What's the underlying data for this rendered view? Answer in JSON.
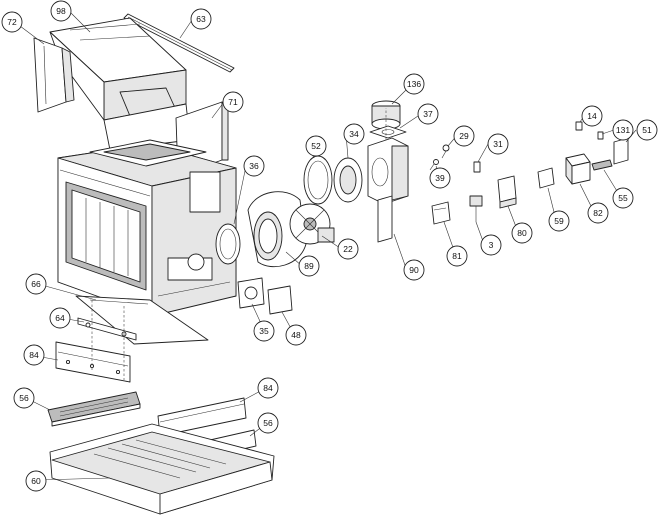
{
  "callouts": [
    {
      "id": "c72",
      "label": "72"
    },
    {
      "id": "c98",
      "label": "98"
    },
    {
      "id": "c63",
      "label": "63"
    },
    {
      "id": "c71",
      "label": "71"
    },
    {
      "id": "c136",
      "label": "136"
    },
    {
      "id": "c37",
      "label": "37"
    },
    {
      "id": "c36",
      "label": "36"
    },
    {
      "id": "c52",
      "label": "52"
    },
    {
      "id": "c34",
      "label": "34"
    },
    {
      "id": "c29",
      "label": "29"
    },
    {
      "id": "c31",
      "label": "31"
    },
    {
      "id": "c39",
      "label": "39"
    },
    {
      "id": "c14",
      "label": "14"
    },
    {
      "id": "c131",
      "label": "131"
    },
    {
      "id": "c51",
      "label": "51"
    },
    {
      "id": "c22",
      "label": "22"
    },
    {
      "id": "c89",
      "label": "89"
    },
    {
      "id": "c90",
      "label": "90"
    },
    {
      "id": "c81",
      "label": "81"
    },
    {
      "id": "c3",
      "label": "3"
    },
    {
      "id": "c80",
      "label": "80"
    },
    {
      "id": "c59",
      "label": "59"
    },
    {
      "id": "c82",
      "label": "82"
    },
    {
      "id": "c55",
      "label": "55"
    },
    {
      "id": "c66",
      "label": "66"
    },
    {
      "id": "c64",
      "label": "64"
    },
    {
      "id": "c84a",
      "label": "84"
    },
    {
      "id": "c35",
      "label": "35"
    },
    {
      "id": "c48",
      "label": "48"
    },
    {
      "id": "c56a",
      "label": "56"
    },
    {
      "id": "c84b",
      "label": "84"
    },
    {
      "id": "c56b",
      "label": "56"
    },
    {
      "id": "c60",
      "label": "60"
    }
  ]
}
